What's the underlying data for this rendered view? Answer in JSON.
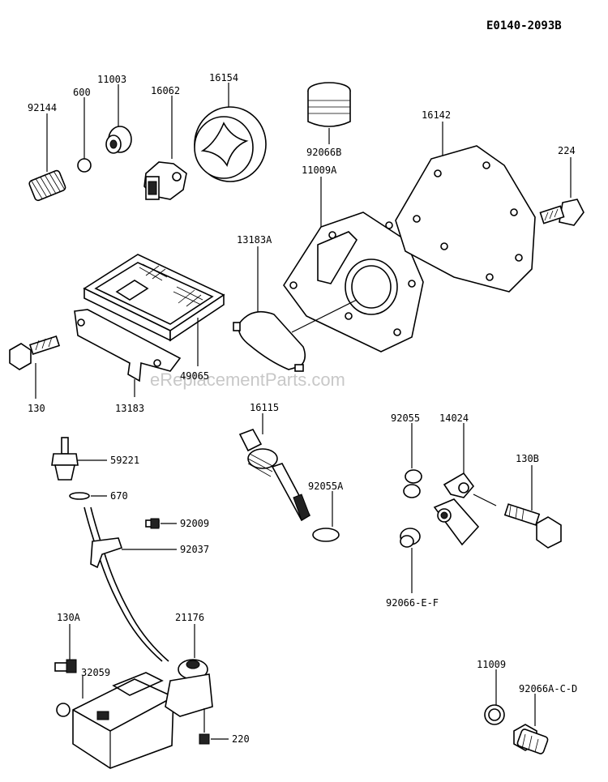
{
  "diagram_code": "E0140-2093B",
  "watermark": "eReplacementParts.com",
  "parts": {
    "spring_92144": "92144",
    "ball_600": "600",
    "bushing_11003": "11003",
    "rotor_16062": "16062",
    "outer_rotor_16154": "16154",
    "plug_92066B": "92066B",
    "gasket_11009A": "11009A",
    "cover_16142": "16142",
    "bolt_224": "224",
    "oring_13183A": "13183A",
    "screen_49065": "49065",
    "plate_13183": "13183",
    "bolt_130": "130",
    "gauge_16115": "16115",
    "oring_92055A": "92055A",
    "oring_92055": "92055",
    "pipe_14024": "14024",
    "bolt_130B": "130B",
    "plug_92066EF": "92066-E-F",
    "switch_59221": "59221",
    "oring_670": "670",
    "bolt_92009": "92009",
    "clamp_92037": "92037",
    "bolt_130A": "130A",
    "bracket_32059": "32059",
    "sensor_21176": "21176",
    "screw_220": "220",
    "gasket_11009": "11009",
    "plug_92066AD": "92066A-C-D"
  }
}
